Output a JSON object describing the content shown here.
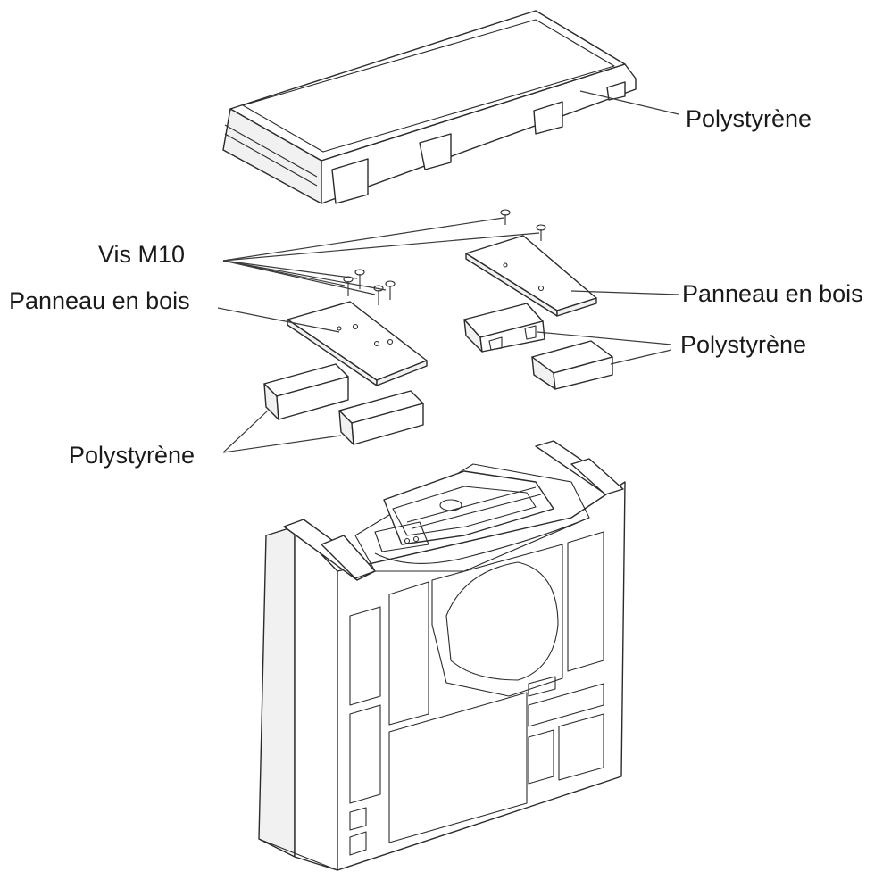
{
  "labels": {
    "top_polystyrene": "Polystyrène",
    "screws": "Vis M10",
    "left_wood_panel": "Panneau en bois",
    "right_wood_panel": "Panneau en bois",
    "right_polystyrene": "Polystyrène",
    "left_polystyrene": "Polystyrène"
  },
  "colors": {
    "line": "#2b2b2b",
    "text": "#1a1a1a",
    "background": "#ffffff"
  }
}
